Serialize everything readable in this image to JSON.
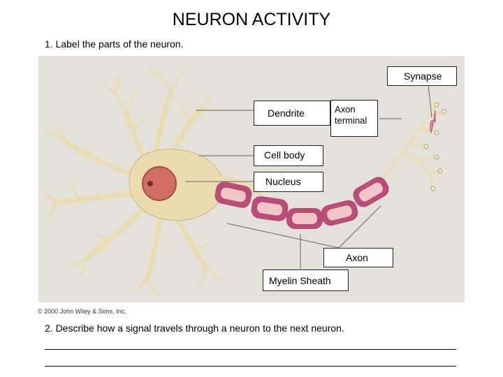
{
  "title": "NEURON ACTIVITY",
  "instruction": "1. Label the parts of the neuron.",
  "labels": {
    "synapse": "Synapse",
    "dendrite": "Dendrite",
    "axon_terminal_line1": "Axon",
    "axon_terminal_line2": "terminal",
    "cell_body": "Cell body",
    "nucleus": "Nucleus",
    "axon": "Axon",
    "myelin_sheath": "Myelin Sheath"
  },
  "copyright": "© 2000 John Wiley & Sons, Inc.",
  "question": "2. Describe how a signal travels through a neuron to the next neuron.",
  "answer_lines": 2,
  "colors": {
    "panel_bg": "#e3e1d9",
    "cell": "#eadcae",
    "cell_outline": "#b9a46a",
    "nucleus": "#cf6e63",
    "myelin": "#b84d78",
    "myelin_inner": "#f1c6c6",
    "synapse": "#d98aa0"
  }
}
